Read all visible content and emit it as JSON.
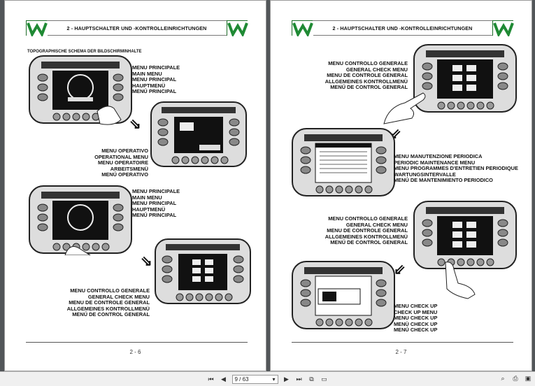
{
  "left_page": {
    "header": "2 - HAUPTSCHALTER UND -KONTROLLEINRICHTUNGEN",
    "subtitle": "TOPOGRAPHISCHE SCHEMA DER BILDSCHIRMINHALTE",
    "block1": [
      "MENU PRINCIPALE",
      "MAIN MENU",
      "MENU PRINCIPAL",
      "HAUPTMENÜ",
      "MENÚ PRINCIPAL"
    ],
    "block2": [
      "MENU OPERATIVO",
      "OPERATIONAL MENU",
      "MENU OPERATOIRE",
      "ARBEITSMENÜ",
      "MENÚ OPERATIVO"
    ],
    "block3": [
      "MENU PRINCIPALE",
      "MAIN MENU",
      "MENU PRINCIPAL",
      "HAUPTMENÜ",
      "MENÚ PRINCIPAL"
    ],
    "block4": [
      "MENU CONTROLLO GENERALE",
      "GENERAL CHECK MENU",
      "MENU DE CONTROLE GENERAL",
      "ALLGEMEINES KONTROLLMENÜ",
      "MENÚ DE CONTROL GENERAL"
    ],
    "page_number": "2 - 6"
  },
  "right_page": {
    "header": "2 - HAUPTSCHALTER UND -KONTROLLEINRICHTUNGEN",
    "block1": [
      "MENU CONTROLLO GENERALE",
      "GENERAL CHECK MENU",
      "MENU DE CONTROLE GENERAL",
      "ALLGEMEINES KONTROLLMENÜ",
      "MENÚ DE CONTROL GENERAL"
    ],
    "block2": [
      "MENU MANUTENZIONE PERIODICA",
      "PERIODIC MAINTENANCE MENU",
      "MENU PROGRAMMES D'ENTRETIEN PERIODIQUE",
      "WARTUNGSINTERVALLE",
      "MENÚ DE MANTENIMIENTO PERIODICO"
    ],
    "block3": [
      "MENU CONTROLLO GENERALE",
      "GENERAL CHECK MENU",
      "MENU DE CONTROLE GENERAL",
      "ALLGEMEINES KONTROLLMENÜ",
      "MENÚ DE CONTROL GENERAL"
    ],
    "block4": [
      "MENU CHECK UP",
      "CHECK UP MENU",
      "MENU CHECK UP",
      "MENÜ CHECK UP",
      "MENÚ CHECK UP"
    ],
    "page_number": "2 - 7"
  },
  "toolbar": {
    "page_value": "9 / 63"
  },
  "icons": [
    "first-page-icon",
    "prev-page-icon",
    "next-page-icon",
    "last-page-icon",
    "fit-width-icon",
    "fit-page-icon",
    "zoom-icon",
    "print-icon",
    "save-icon"
  ]
}
